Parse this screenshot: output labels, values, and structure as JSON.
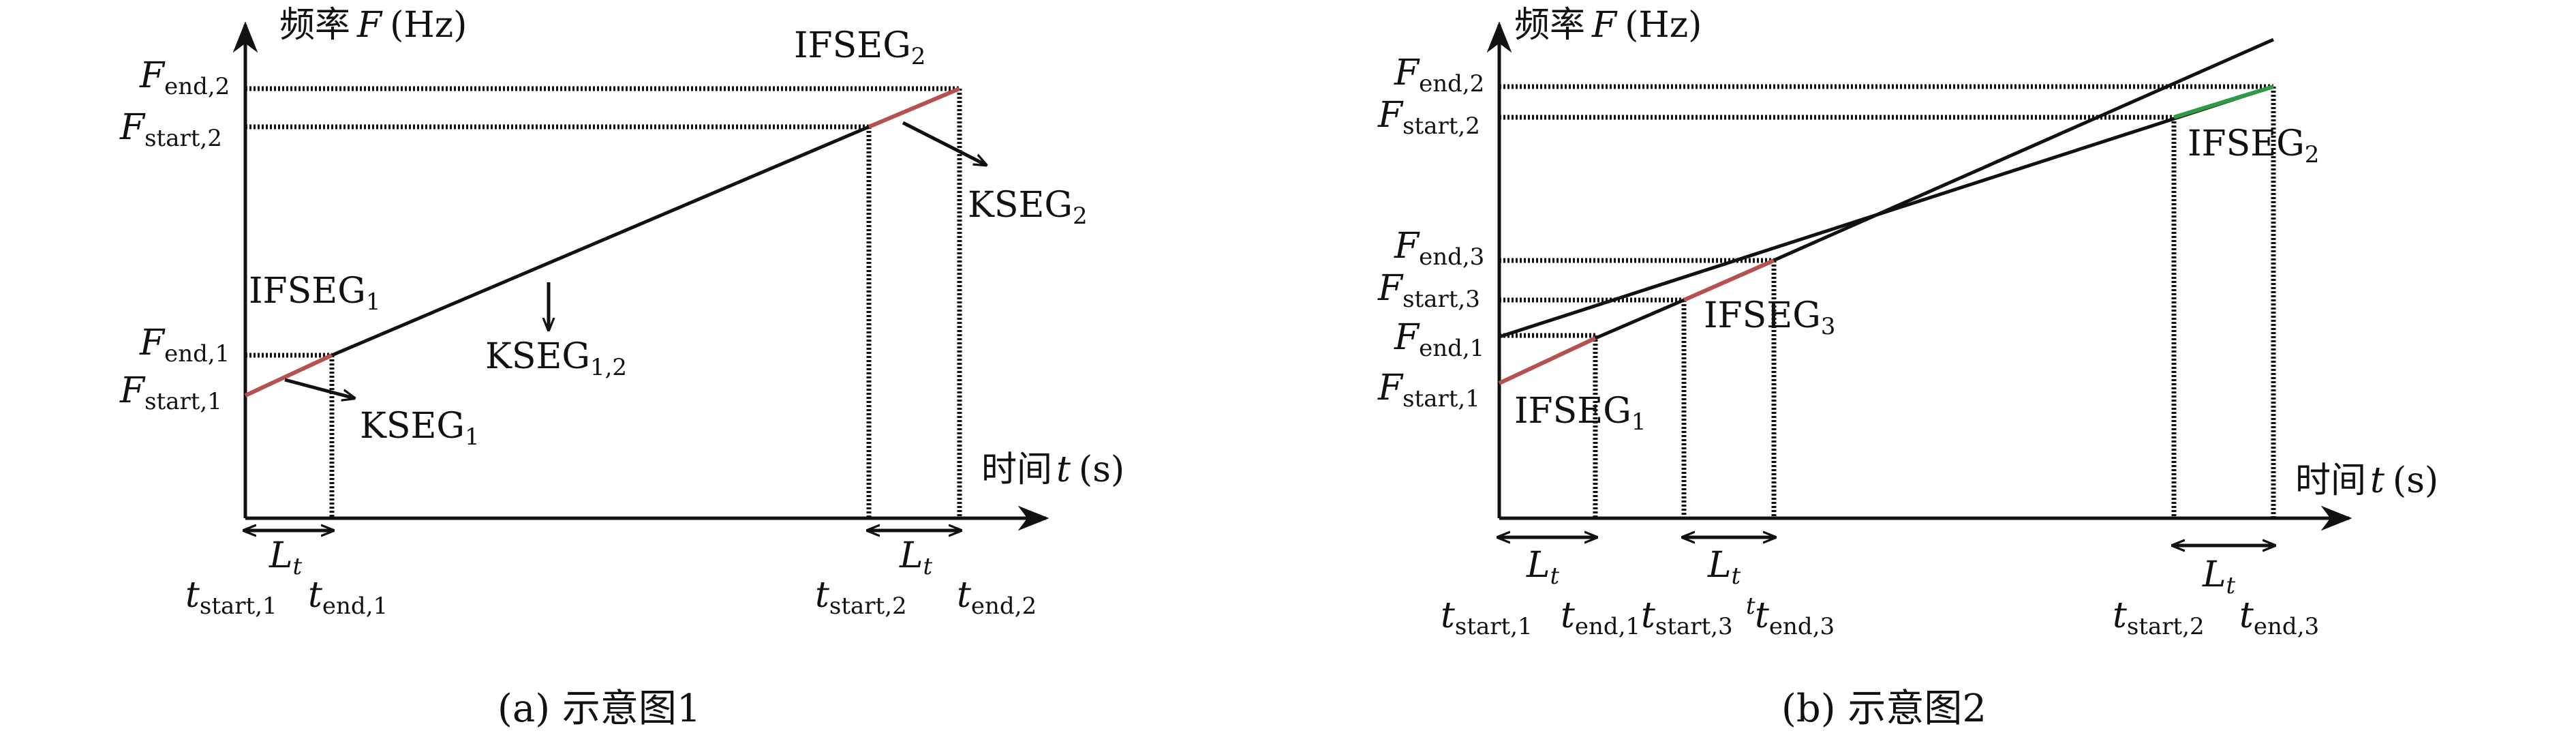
{
  "colors": {
    "ink": "#111111",
    "segment_red": "#b5524f",
    "segment_green": "#2e9a45"
  },
  "panel_a": {
    "y_axis_label": "频率",
    "y_axis_var": "F",
    "y_axis_unit": "(Hz)",
    "x_axis_label": "时间",
    "x_axis_var": "t",
    "x_axis_unit": "(s)",
    "y_ticks": [
      {
        "main": "F",
        "sub": "end,2"
      },
      {
        "main": "F",
        "sub": "start,2"
      },
      {
        "main": "F",
        "sub": "end,1"
      },
      {
        "main": "F",
        "sub": "start,1"
      }
    ],
    "x_ticks": [
      {
        "main": "t",
        "sub": "start,1"
      },
      {
        "main": "t",
        "sub": "end,1"
      },
      {
        "main": "t",
        "sub": "start,2"
      },
      {
        "main": "t",
        "sub": "end,2"
      }
    ],
    "interval_labels": [
      {
        "main": "L",
        "sub": "t"
      },
      {
        "main": "L",
        "sub": "t"
      }
    ],
    "segments": [
      {
        "main": "IFSEG",
        "sub": "1"
      },
      {
        "main": "IFSEG",
        "sub": "2"
      },
      {
        "main": "KSEG",
        "sub": "1"
      },
      {
        "main": "KSEG",
        "sub": "2"
      },
      {
        "main": "KSEG",
        "sub": "1,2"
      }
    ],
    "caption": "(a) 示意图1"
  },
  "panel_b": {
    "y_axis_label": "频率",
    "y_axis_var": "F",
    "y_axis_unit": "(Hz)",
    "x_axis_label": "时间",
    "x_axis_var": "t",
    "x_axis_unit": "(s)",
    "y_ticks": [
      {
        "main": "F",
        "sub": "end,2"
      },
      {
        "main": "F",
        "sub": "start,2"
      },
      {
        "main": "F",
        "sub": "end,3"
      },
      {
        "main": "F",
        "sub": "start,3"
      },
      {
        "main": "F",
        "sub": "end,1"
      },
      {
        "main": "F",
        "sub": "start,1"
      }
    ],
    "x_ticks": [
      {
        "main": "t",
        "sub": "start,1"
      },
      {
        "main": "t",
        "sub": "end,1"
      },
      {
        "main": "t",
        "sub": "start,3"
      },
      {
        "main": "t",
        "sub": "end,3"
      },
      {
        "main": "t",
        "sub": "start,2"
      },
      {
        "main": "t",
        "sub": "end,3"
      }
    ],
    "interval_labels": [
      {
        "main": "L",
        "sub": "t"
      },
      {
        "main": "L",
        "sub": "t"
      },
      {
        "main": "L",
        "sub": "t"
      }
    ],
    "segments": [
      {
        "main": "IFSEG",
        "sub": "2"
      },
      {
        "main": "IFSEG",
        "sub": "3"
      },
      {
        "main": "IFSEG",
        "sub": "1"
      }
    ],
    "stray_mark": "t",
    "caption": "(b) 示意图2"
  }
}
